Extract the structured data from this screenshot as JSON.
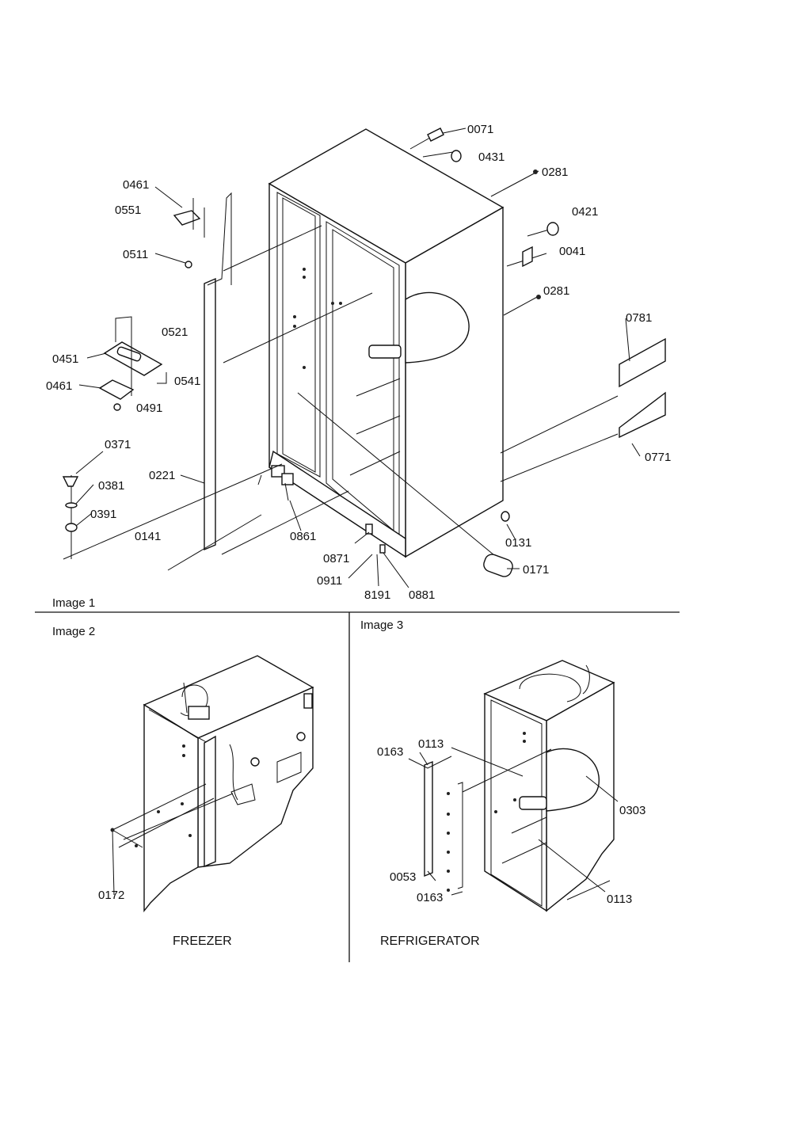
{
  "images": [
    {
      "caption": "Image 1"
    },
    {
      "caption": "Image 2",
      "title": "FREEZER"
    },
    {
      "caption": "Image 3",
      "title": "REFRIGERATOR"
    }
  ],
  "image1_labels": {
    "p0071": "0071",
    "p0431": "0431",
    "p0281a": "0281",
    "p0421": "0421",
    "p0041": "0041",
    "p0281b": "0281",
    "p0781": "0781",
    "p0771": "0771",
    "p0461a": "0461",
    "p0551": "0551",
    "p0511": "0511",
    "p0521": "0521",
    "p0451": "0451",
    "p0541": "0541",
    "p0461b": "0461",
    "p0491": "0491",
    "p0371": "0371",
    "p0381": "0381",
    "p0391": "0391",
    "p0221": "0221",
    "p0141": "0141",
    "p0861": "0861",
    "p0871": "0871",
    "p0911": "0911",
    "p8191": "8191",
    "p0881": "0881",
    "p0131": "0131",
    "p0171": "0171"
  },
  "image2_labels": {
    "p0172": "0172"
  },
  "image3_labels": {
    "p0163a": "0163",
    "p0113a": "0113",
    "p0303": "0303",
    "p0053": "0053",
    "p0163b": "0163",
    "p0113b": "0113"
  }
}
